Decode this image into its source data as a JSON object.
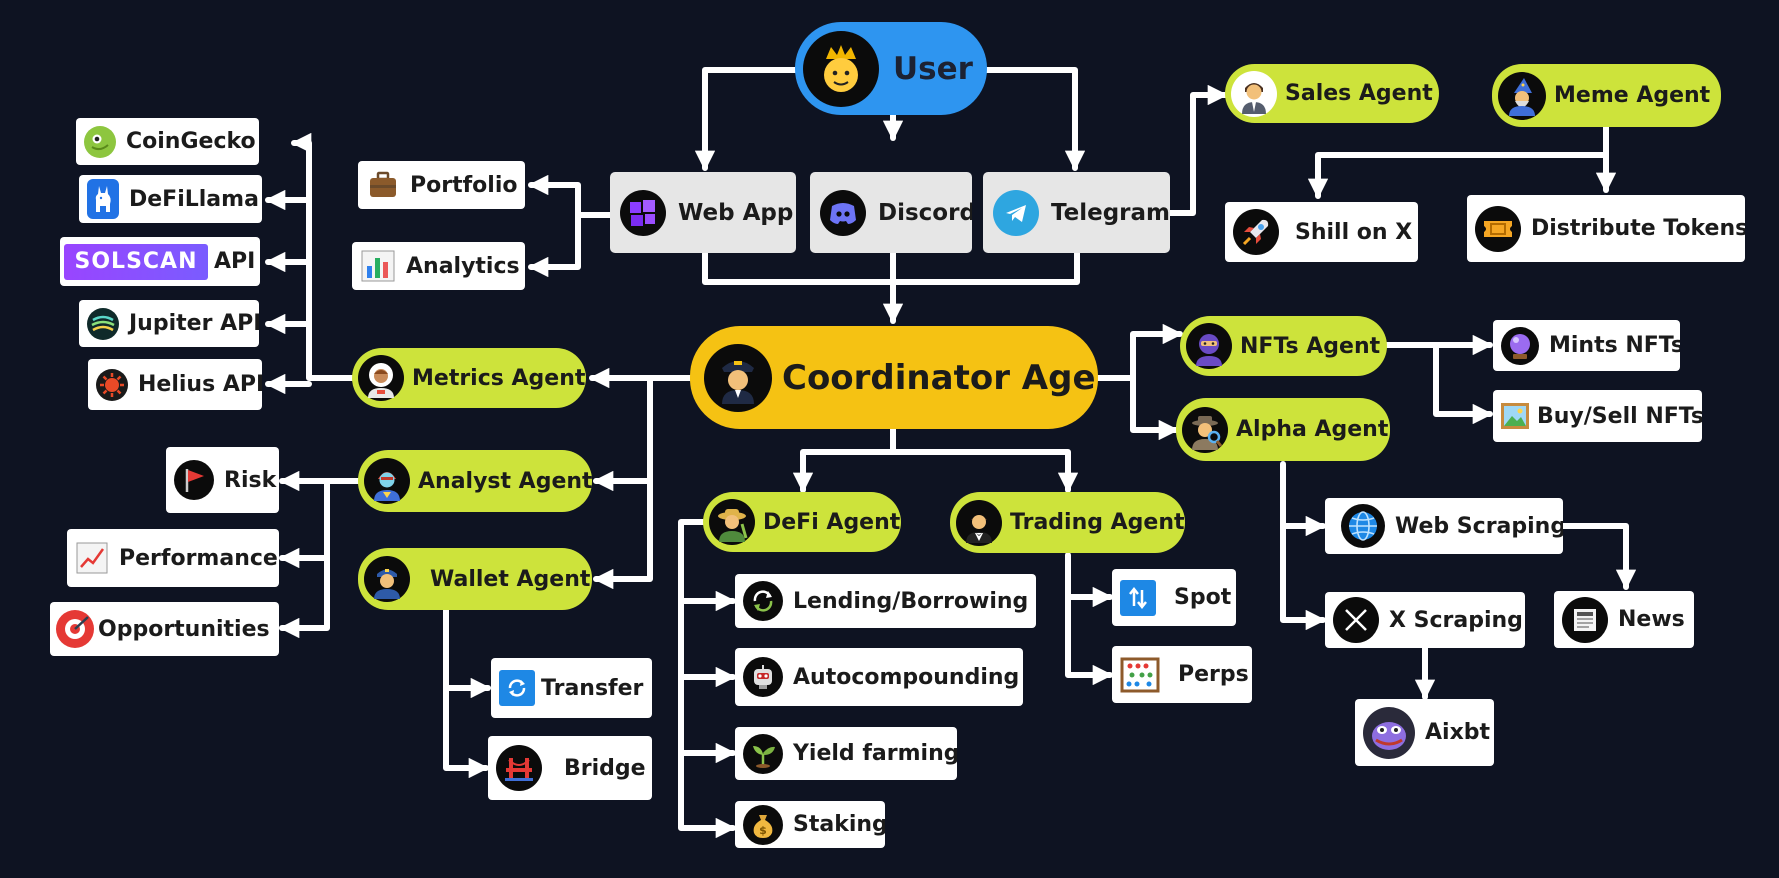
{
  "user": {
    "label": "User",
    "icon": "crowned-person-icon"
  },
  "platforms": {
    "web_app": {
      "label": "Web App",
      "icon": "web-app-logo-icon"
    },
    "discord": {
      "label": "Discord",
      "icon": "discord-logo-icon"
    },
    "telegram": {
      "label": "Telegram",
      "icon": "telegram-logo-icon"
    }
  },
  "web_app_features": {
    "portfolio": {
      "label": "Portfolio",
      "icon": "briefcase-icon"
    },
    "analytics": {
      "label": "Analytics",
      "icon": "bar-chart-icon"
    }
  },
  "coordinator": {
    "label": "Coordinator Agent",
    "icon": "pilot-icon"
  },
  "sales_agent": {
    "label": "Sales Agent",
    "icon": "office-worker-icon"
  },
  "meme_agent": {
    "label": "Meme Agent",
    "icon": "wizard-icon",
    "tasks": {
      "shill": {
        "label": "Shill on X",
        "icon": "rocket-icon"
      },
      "distribute": {
        "label": "Distribute Tokens",
        "icon": "ticket-icon"
      }
    }
  },
  "metrics_agent": {
    "label": "Metrics Agent",
    "icon": "astronaut-icon",
    "sources": {
      "coingecko": {
        "label": "CoinGecko",
        "icon": "coingecko-logo-icon"
      },
      "defillama": {
        "label": "DeFiLlama",
        "icon": "defillama-logo-icon"
      },
      "solscan": {
        "logo_text": "SOLSCAN",
        "label": "API",
        "icon": "solscan-logo-icon"
      },
      "jupiter": {
        "label": "Jupiter API",
        "icon": "jupiter-logo-icon"
      },
      "helius": {
        "label": "Helius API",
        "icon": "helius-logo-icon"
      }
    }
  },
  "analyst_agent": {
    "label": "Analyst Agent",
    "icon": "superhero-icon",
    "tasks": {
      "risk": {
        "label": "Risk",
        "icon": "red-flag-icon"
      },
      "performance": {
        "label": "Performance",
        "icon": "trending-chart-icon"
      },
      "opportunities": {
        "label": "Opportunities",
        "icon": "target-icon"
      }
    }
  },
  "wallet_agent": {
    "label": "Wallet Agent",
    "icon": "officer-icon",
    "tasks": {
      "transfer": {
        "label": "Transfer",
        "icon": "refresh-icon"
      },
      "bridge": {
        "label": "Bridge",
        "icon": "bridge-icon"
      }
    }
  },
  "defi_agent": {
    "label": "DeFi Agent",
    "icon": "farmer-icon",
    "tasks": {
      "lending": {
        "label": "Lending/Borrowing",
        "icon": "cycle-icon"
      },
      "autocompounding": {
        "label": "Autocompounding",
        "icon": "robot-icon"
      },
      "yield": {
        "label": "Yield farming",
        "icon": "seedling-icon"
      },
      "staking": {
        "label": "Staking",
        "icon": "money-bag-icon"
      }
    }
  },
  "trading_agent": {
    "label": "Trading Agent",
    "icon": "tuxedo-icon",
    "tasks": {
      "spot": {
        "label": "Spot",
        "icon": "swap-arrows-icon"
      },
      "perps": {
        "label": "Perps",
        "icon": "abacus-icon"
      }
    }
  },
  "nfts_agent": {
    "label": "NFTs Agent",
    "icon": "ninja-icon",
    "tasks": {
      "mints": {
        "label": "Mints NFTs",
        "icon": "crystal-ball-icon"
      },
      "buysell": {
        "label": "Buy/Sell NFTs",
        "icon": "framed-picture-icon"
      }
    }
  },
  "alpha_agent": {
    "label": "Alpha Agent",
    "icon": "detective-icon",
    "tasks": {
      "web_scraping": {
        "label": "Web Scraping",
        "icon": "globe-icon"
      },
      "x_scraping": {
        "label": "X Scraping",
        "icon": "x-logo-icon"
      },
      "news": {
        "label": "News",
        "icon": "newspaper-icon"
      },
      "aixbt": {
        "label": "Aixbt",
        "icon": "aixbt-avatar-icon"
      }
    }
  },
  "colors": {
    "background": "#0e1322",
    "connector": "#ffffff",
    "user": "#2e95f0",
    "coordinator": "#f5c213",
    "agent": "#cde33b",
    "platform": "#e6e6e6",
    "task": "#ffffff"
  }
}
